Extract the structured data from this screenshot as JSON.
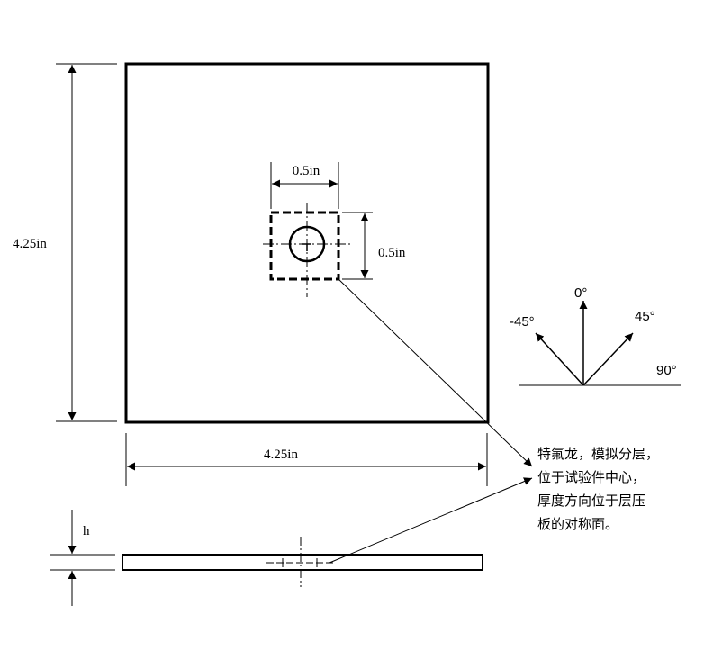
{
  "dimensions": {
    "plate_height": "4.25in",
    "plate_width": "4.25in",
    "insert_width": "0.5in",
    "insert_height": "0.5in",
    "thickness": "h"
  },
  "ply_angles": {
    "a0": "0°",
    "a45": "45°",
    "am45": "-45°",
    "a90": "90°"
  },
  "note_lines": [
    "特氟龙，模拟分层，",
    "位于试验件中心，",
    "厚度方向位于层压",
    "板的对称面。"
  ]
}
